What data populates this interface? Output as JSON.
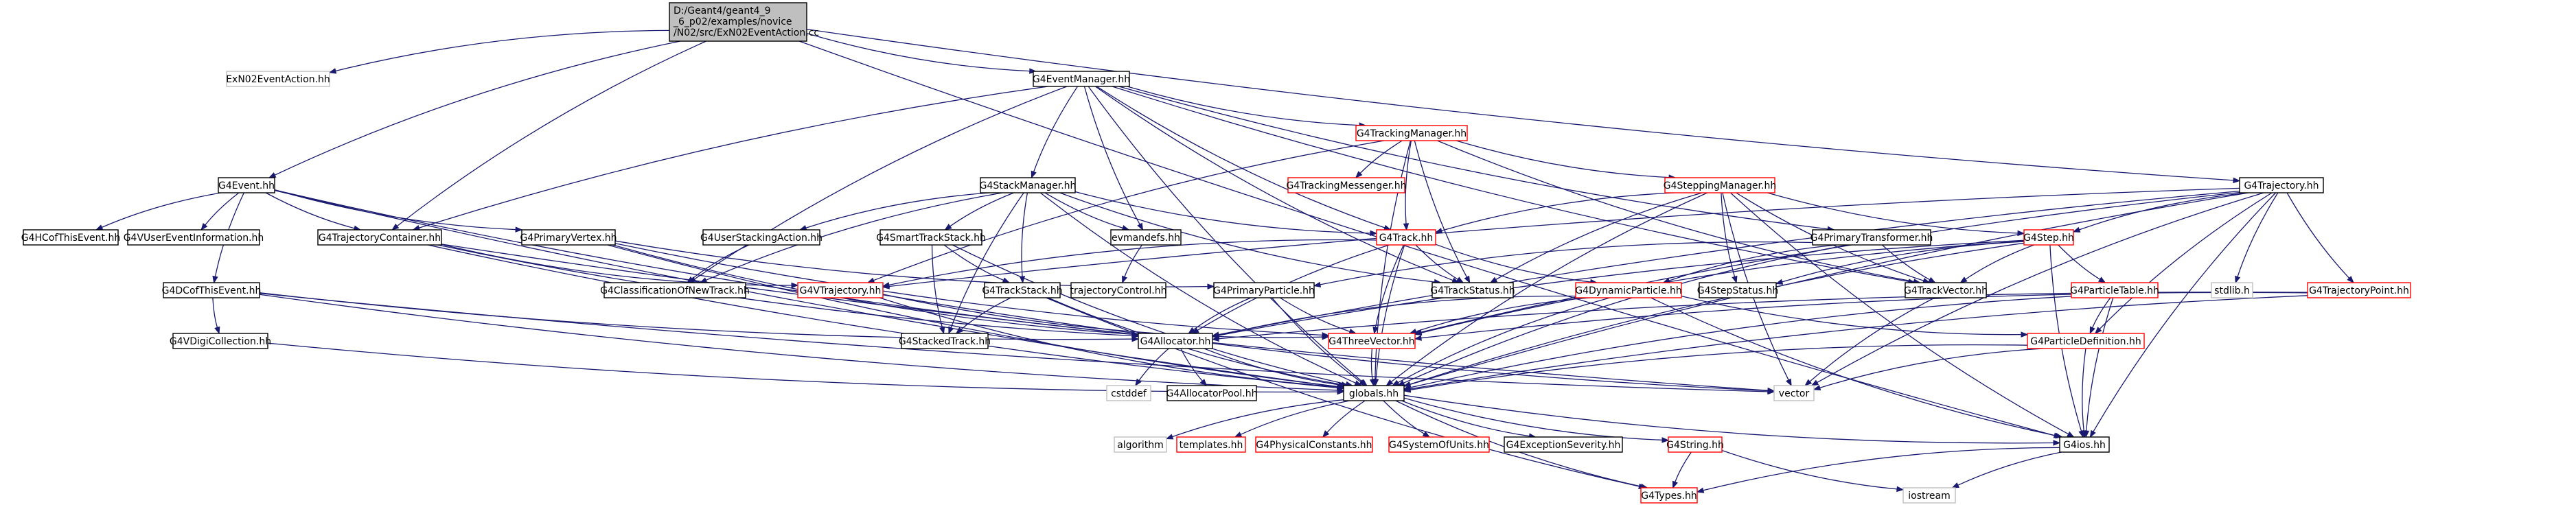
{
  "colors": {
    "edge": "#191970",
    "root_fill": "#bfbfbf",
    "border_normal": "#000000",
    "border_red": "#ff0000",
    "border_gray": "#bfbfbf",
    "node_fill": "#ffffff"
  },
  "diagram": {
    "nodes": [
      {
        "id": "root",
        "label": "D:/Geant4/geant4_9_6_p02/examples/novice/N02/src/ExN02EventAction.cc",
        "lines": [
          "D:/Geant4/geant4_9",
          "_6_p02/examples/novice",
          "/N02/src/ExN02EventAction.cc"
        ],
        "style": "root"
      },
      {
        "id": "ExN02EventAction",
        "label": "ExN02EventAction.hh",
        "style": "gray"
      },
      {
        "id": "G4EventManager",
        "label": "G4EventManager.hh",
        "style": "normal"
      },
      {
        "id": "G4Event",
        "label": "G4Event.hh",
        "style": "normal"
      },
      {
        "id": "G4TrackingManager",
        "label": "G4TrackingManager.hh",
        "style": "red"
      },
      {
        "id": "G4TrackingMessenger",
        "label": "G4TrackingMessenger.hh",
        "style": "red"
      },
      {
        "id": "G4SteppingManager",
        "label": "G4SteppingManager.hh",
        "style": "red"
      },
      {
        "id": "G4Trajectory",
        "label": "G4Trajectory.hh",
        "style": "normal"
      },
      {
        "id": "G4StackManager",
        "label": "G4StackManager.hh",
        "style": "normal"
      },
      {
        "id": "G4HCofThisEvent",
        "label": "G4HCofThisEvent.hh",
        "style": "normal"
      },
      {
        "id": "G4VUserEventInformation",
        "label": "G4VUserEventInformation.hh",
        "style": "normal"
      },
      {
        "id": "G4TrajectoryContainer",
        "label": "G4TrajectoryContainer.hh",
        "style": "normal"
      },
      {
        "id": "G4PrimaryVertex",
        "label": "G4PrimaryVertex.hh",
        "style": "normal"
      },
      {
        "id": "G4UserStackingAction",
        "label": "G4UserStackingAction.hh",
        "style": "normal"
      },
      {
        "id": "G4SmartTrackStack",
        "label": "G4SmartTrackStack.hh",
        "style": "normal"
      },
      {
        "id": "evmandefs",
        "label": "evmandefs.hh",
        "style": "normal"
      },
      {
        "id": "G4Track",
        "label": "G4Track.hh",
        "style": "red"
      },
      {
        "id": "G4PrimaryTransformer",
        "label": "G4PrimaryTransformer.hh",
        "style": "normal"
      },
      {
        "id": "G4Step",
        "label": "G4Step.hh",
        "style": "red"
      },
      {
        "id": "G4DCofThisEvent",
        "label": "G4DCofThisEvent.hh",
        "style": "normal"
      },
      {
        "id": "G4ClassificationOfNewTrack",
        "label": "G4ClassificationOfNewTrack.hh",
        "style": "normal"
      },
      {
        "id": "G4VTrajectory",
        "label": "G4VTrajectory.hh",
        "style": "red"
      },
      {
        "id": "G4TrackStack",
        "label": "G4TrackStack.hh",
        "style": "normal"
      },
      {
        "id": "trajectoryControl",
        "label": "trajectoryControl.hh",
        "style": "normal"
      },
      {
        "id": "G4TrackStatus",
        "label": "G4TrackStatus.hh",
        "style": "normal"
      },
      {
        "id": "G4DynamicParticle",
        "label": "G4DynamicParticle.hh",
        "style": "red"
      },
      {
        "id": "G4StepStatus",
        "label": "G4StepStatus.hh",
        "style": "normal"
      },
      {
        "id": "G4TrackVector",
        "label": "G4TrackVector.hh",
        "style": "normal"
      },
      {
        "id": "G4ParticleTable",
        "label": "G4ParticleTable.hh",
        "style": "red"
      },
      {
        "id": "stdlib",
        "label": "stdlib.h",
        "style": "gray"
      },
      {
        "id": "G4TrajectoryPoint",
        "label": "G4TrajectoryPoint.hh",
        "style": "red"
      },
      {
        "id": "G4VDigiCollection",
        "label": "G4VDigiCollection.hh",
        "style": "normal"
      },
      {
        "id": "G4PrimaryParticle",
        "label": "G4PrimaryParticle.hh",
        "style": "normal"
      },
      {
        "id": "G4StackedTrack",
        "label": "G4StackedTrack.hh",
        "style": "normal"
      },
      {
        "id": "G4Allocator",
        "label": "G4Allocator.hh",
        "style": "normal"
      },
      {
        "id": "G4ThreeVector",
        "label": "G4ThreeVector.hh",
        "style": "red"
      },
      {
        "id": "G4ParticleDefinition",
        "label": "G4ParticleDefinition.hh",
        "style": "red"
      },
      {
        "id": "cstddef",
        "label": "cstddef",
        "style": "gray"
      },
      {
        "id": "G4AllocatorPool",
        "label": "G4AllocatorPool.hh",
        "style": "normal"
      },
      {
        "id": "globals",
        "label": "globals.hh",
        "style": "normal"
      },
      {
        "id": "vector",
        "label": "vector",
        "style": "gray"
      },
      {
        "id": "algorithm",
        "label": "algorithm",
        "style": "gray"
      },
      {
        "id": "templates",
        "label": "templates.hh",
        "style": "red"
      },
      {
        "id": "G4PhysicalConstants",
        "label": "G4PhysicalConstants.hh",
        "style": "red"
      },
      {
        "id": "G4SystemOfUnits",
        "label": "G4SystemOfUnits.hh",
        "style": "red"
      },
      {
        "id": "G4ExceptionSeverity",
        "label": "G4ExceptionSeverity.hh",
        "style": "normal"
      },
      {
        "id": "G4String",
        "label": "G4String.hh",
        "style": "red"
      },
      {
        "id": "G4ios",
        "label": "G4ios.hh",
        "style": "normal"
      },
      {
        "id": "iostream",
        "label": "iostream",
        "style": "gray"
      },
      {
        "id": "G4Types",
        "label": "G4Types.hh",
        "style": "red"
      }
    ],
    "edges": [
      [
        "root",
        "ExN02EventAction"
      ],
      [
        "root",
        "G4EventManager"
      ],
      [
        "root",
        "G4Event"
      ],
      [
        "root",
        "G4TrajectoryContainer"
      ],
      [
        "root",
        "G4Trajectory"
      ],
      [
        "root",
        "G4ios"
      ],
      [
        "G4EventManager",
        "G4TrackingManager"
      ],
      [
        "G4EventManager",
        "G4StackManager"
      ],
      [
        "G4EventManager",
        "evmandefs"
      ],
      [
        "G4EventManager",
        "G4Track"
      ],
      [
        "G4EventManager",
        "G4TrackStatus"
      ],
      [
        "G4EventManager",
        "G4TrajectoryContainer"
      ],
      [
        "G4EventManager",
        "G4PrimaryTransformer"
      ],
      [
        "G4EventManager",
        "G4ClassificationOfNewTrack"
      ],
      [
        "G4EventManager",
        "G4TrackVector"
      ],
      [
        "G4EventManager",
        "globals"
      ],
      [
        "G4Event",
        "G4HCofThisEvent"
      ],
      [
        "G4Event",
        "G4VUserEventInformation"
      ],
      [
        "G4Event",
        "G4TrajectoryContainer"
      ],
      [
        "G4Event",
        "G4PrimaryVertex"
      ],
      [
        "G4Event",
        "G4DCofThisEvent"
      ],
      [
        "G4Event",
        "G4Allocator"
      ],
      [
        "G4Event",
        "globals"
      ],
      [
        "G4TrackingManager",
        "G4TrackingMessenger"
      ],
      [
        "G4TrackingManager",
        "G4SteppingManager"
      ],
      [
        "G4TrackingManager",
        "G4Track"
      ],
      [
        "G4TrackingManager",
        "G4TrackStatus"
      ],
      [
        "G4TrackingManager",
        "G4VTrajectory"
      ],
      [
        "G4TrackingManager",
        "G4TrackVector"
      ],
      [
        "G4TrackingManager",
        "globals"
      ],
      [
        "G4SteppingManager",
        "G4Track"
      ],
      [
        "G4SteppingManager",
        "G4Step"
      ],
      [
        "G4SteppingManager",
        "G4TrackStatus"
      ],
      [
        "G4SteppingManager",
        "G4StepStatus"
      ],
      [
        "G4SteppingManager",
        "G4TrackVector"
      ],
      [
        "G4SteppingManager",
        "globals"
      ],
      [
        "G4SteppingManager",
        "vector"
      ],
      [
        "G4SteppingManager",
        "G4ios"
      ],
      [
        "G4Trajectory",
        "G4VTrajectory"
      ],
      [
        "G4Trajectory",
        "G4Step"
      ],
      [
        "G4Trajectory",
        "stdlib"
      ],
      [
        "G4Trajectory",
        "G4TrajectoryPoint"
      ],
      [
        "G4Trajectory",
        "G4ParticleDefinition"
      ],
      [
        "G4Trajectory",
        "G4ThreeVector"
      ],
      [
        "G4Trajectory",
        "globals"
      ],
      [
        "G4Trajectory",
        "vector"
      ],
      [
        "G4Trajectory",
        "G4Allocator"
      ],
      [
        "G4Trajectory",
        "G4ios"
      ],
      [
        "G4StackManager",
        "G4UserStackingAction"
      ],
      [
        "G4StackManager",
        "G4SmartTrackStack"
      ],
      [
        "G4StackManager",
        "G4TrackStack"
      ],
      [
        "G4StackManager",
        "evmandefs"
      ],
      [
        "G4StackManager",
        "G4Track"
      ],
      [
        "G4StackManager",
        "G4ClassificationOfNewTrack"
      ],
      [
        "G4StackManager",
        "G4StackedTrack"
      ],
      [
        "G4StackManager",
        "G4TrackStatus"
      ],
      [
        "G4StackManager",
        "globals"
      ],
      [
        "G4TrajectoryContainer",
        "G4VTrajectory"
      ],
      [
        "G4TrajectoryContainer",
        "G4Allocator"
      ],
      [
        "G4TrajectoryContainer",
        "globals"
      ],
      [
        "G4TrajectoryContainer",
        "vector"
      ],
      [
        "G4PrimaryVertex",
        "G4PrimaryParticle"
      ],
      [
        "G4PrimaryVertex",
        "G4Allocator"
      ],
      [
        "G4PrimaryVertex",
        "G4ThreeVector"
      ],
      [
        "G4PrimaryVertex",
        "globals"
      ],
      [
        "G4UserStackingAction",
        "G4ClassificationOfNewTrack"
      ],
      [
        "G4SmartTrackStack",
        "G4TrackStack"
      ],
      [
        "G4SmartTrackStack",
        "G4StackedTrack"
      ],
      [
        "G4SmartTrackStack",
        "globals"
      ],
      [
        "evmandefs",
        "trajectoryControl"
      ],
      [
        "G4Track",
        "G4TrackStatus"
      ],
      [
        "G4Track",
        "G4DynamicParticle"
      ],
      [
        "G4Track",
        "G4ThreeVector"
      ],
      [
        "G4Track",
        "G4Allocator"
      ],
      [
        "G4Track",
        "G4VTrajectory"
      ],
      [
        "G4Track",
        "globals"
      ],
      [
        "G4PrimaryTransformer",
        "G4TrackVector"
      ],
      [
        "G4PrimaryTransformer",
        "G4PrimaryParticle"
      ],
      [
        "G4PrimaryTransformer",
        "G4DynamicParticle"
      ],
      [
        "G4PrimaryTransformer",
        "globals"
      ],
      [
        "G4Step",
        "G4StepStatus"
      ],
      [
        "G4Step",
        "G4TrackVector"
      ],
      [
        "G4Step",
        "G4ParticleTable"
      ],
      [
        "G4Step",
        "G4ThreeVector"
      ],
      [
        "G4Step",
        "G4Allocator"
      ],
      [
        "G4Step",
        "globals"
      ],
      [
        "G4Step",
        "G4ios"
      ],
      [
        "G4DCofThisEvent",
        "G4VDigiCollection"
      ],
      [
        "G4DCofThisEvent",
        "G4Allocator"
      ],
      [
        "G4DCofThisEvent",
        "globals"
      ],
      [
        "G4DCofThisEvent",
        "vector"
      ],
      [
        "G4VTrajectory",
        "globals"
      ],
      [
        "G4VTrajectory",
        "vector"
      ],
      [
        "G4VTrajectory",
        "G4ThreeVector"
      ],
      [
        "G4TrackStack",
        "G4StackedTrack"
      ],
      [
        "G4TrackStack",
        "G4Types"
      ],
      [
        "G4TrackStack",
        "globals"
      ],
      [
        "G4DynamicParticle",
        "G4ParticleDefinition"
      ],
      [
        "G4DynamicParticle",
        "G4Allocator"
      ],
      [
        "G4DynamicParticle",
        "G4ThreeVector"
      ],
      [
        "G4DynamicParticle",
        "globals"
      ],
      [
        "G4DynamicParticle",
        "G4ios"
      ],
      [
        "G4TrackVector",
        "vector"
      ],
      [
        "G4ParticleTable",
        "G4ParticleDefinition"
      ],
      [
        "G4ParticleTable",
        "globals"
      ],
      [
        "G4ParticleTable",
        "G4ios"
      ],
      [
        "G4TrajectoryPoint",
        "G4ThreeVector"
      ],
      [
        "G4TrajectoryPoint",
        "G4Allocator"
      ],
      [
        "G4TrajectoryPoint",
        "globals"
      ],
      [
        "G4VDigiCollection",
        "globals"
      ],
      [
        "G4PrimaryParticle",
        "G4Allocator"
      ],
      [
        "G4PrimaryParticle",
        "G4ThreeVector"
      ],
      [
        "G4PrimaryParticle",
        "globals"
      ],
      [
        "G4Allocator",
        "cstddef"
      ],
      [
        "G4Allocator",
        "G4AllocatorPool"
      ],
      [
        "G4Allocator",
        "globals"
      ],
      [
        "G4ThreeVector",
        "globals"
      ],
      [
        "G4ParticleDefinition",
        "globals"
      ],
      [
        "G4ParticleDefinition",
        "vector"
      ],
      [
        "G4ParticleDefinition",
        "G4ios"
      ],
      [
        "globals",
        "algorithm"
      ],
      [
        "globals",
        "templates"
      ],
      [
        "globals",
        "G4PhysicalConstants"
      ],
      [
        "globals",
        "G4SystemOfUnits"
      ],
      [
        "globals",
        "G4ExceptionSeverity"
      ],
      [
        "globals",
        "G4String"
      ],
      [
        "globals",
        "G4ios"
      ],
      [
        "globals",
        "G4Types"
      ],
      [
        "G4String",
        "G4Types"
      ],
      [
        "G4String",
        "iostream"
      ],
      [
        "G4ios",
        "G4Types"
      ],
      [
        "G4ios",
        "iostream"
      ]
    ]
  }
}
